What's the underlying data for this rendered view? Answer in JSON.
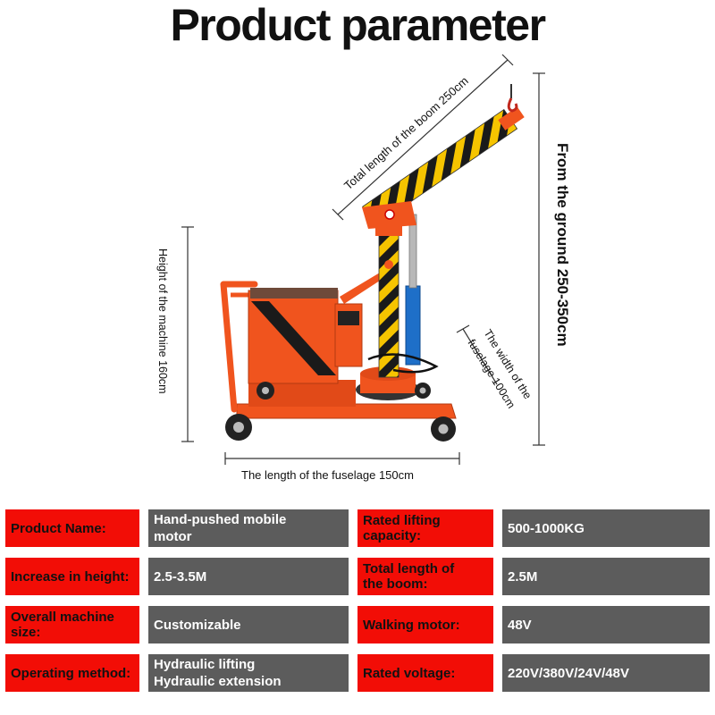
{
  "title": "Product parameter",
  "dimensions": {
    "boom_length": "Total length of the boom 250cm",
    "ground_height": "From the ground  250-350cm",
    "machine_height": "Height of the machine  160cm",
    "fuselage_width_line1": "The width of the",
    "fuselage_width_line2": "fuselage 100cm",
    "fuselage_length": "The length of the fuselage  150cm"
  },
  "colors": {
    "machine_orange": "#f0541e",
    "label_red": "#f20d06",
    "value_gray": "#5c5c5c",
    "stripe_yellow": "#f6c400",
    "hydraulic_blue": "#1e6fc8"
  },
  "specs": {
    "row1": {
      "label_a": "Product Name:",
      "value_a_line1": "Hand-pushed mobile",
      "value_a_line2": "motor",
      "label_b_line1": "Rated lifting",
      "label_b_line2": "capacity:",
      "value_b": "500-1000KG"
    },
    "row2": {
      "label_a": "Increase in height:",
      "value_a": "2.5-3.5M",
      "label_b_line1": "Total length of",
      "label_b_line2": "the boom:",
      "value_b": "2.5M"
    },
    "row3": {
      "label_a_line1": "Overall machine",
      "label_a_line2": "size:",
      "value_a": "Customizable",
      "label_b": "Walking motor:",
      "value_b": "48V"
    },
    "row4": {
      "label_a": "Operating method:",
      "value_a_line1": "Hydraulic lifting",
      "value_a_line2": "Hydraulic extension",
      "label_b": "Rated voltage:",
      "value_b": "220V/380V/24V/48V"
    }
  }
}
